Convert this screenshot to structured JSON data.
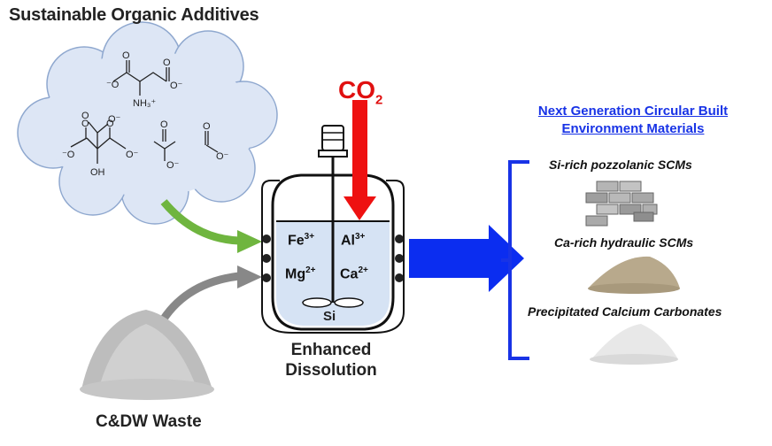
{
  "title": "Sustainable Organic Additives",
  "co2": {
    "main": "CO",
    "sub": "2"
  },
  "reactor": {
    "label_line1": "Enhanced",
    "label_line2": "Dissolution",
    "ions": [
      {
        "symbol": "Fe",
        "charge": "3+"
      },
      {
        "symbol": "Al",
        "charge": "3+"
      },
      {
        "symbol": "Mg",
        "charge": "2+"
      },
      {
        "symbol": "Ca",
        "charge": "2+"
      }
    ],
    "bottom_element": "Si"
  },
  "waste_label": "C&DW Waste",
  "output": {
    "title_line1": "Next Generation Circular Built",
    "title_line2": "Environment Materials",
    "products": [
      "Si-rich pozzolanic SCMs",
      "Ca-rich hydraulic SCMs",
      "Precipitated Calcium Carbonates"
    ]
  },
  "colors": {
    "cloud": "#dde6f5",
    "co2_arrow": "#ee1111",
    "green_arrow": "#6fb53f",
    "gray_arrow": "#888888",
    "blue_arrow": "#0b2df0",
    "bracket": "#1833e6",
    "reactor_liquid": "#d6e3f4"
  }
}
